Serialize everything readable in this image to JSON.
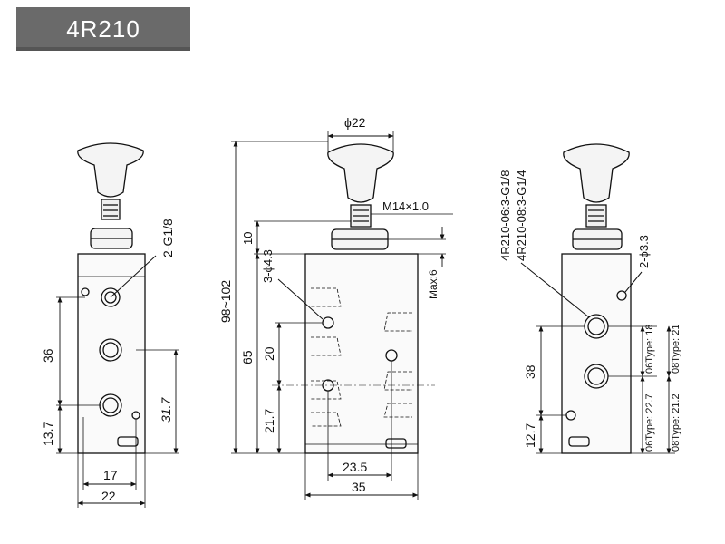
{
  "title": "4R210",
  "front_view": {
    "port_label": "2-G1/8",
    "dim_36": "36",
    "dim_13_7": "13.7",
    "dim_31_7": "31.7",
    "dim_17": "17",
    "dim_22": "22"
  },
  "side_view": {
    "dim_phi22": "ϕ22",
    "dim_m14": "M14×1.0",
    "dim_10": "10",
    "dim_holes": "3-ϕ4.3",
    "dim_98_102": "98~102",
    "dim_65": "65",
    "dim_20": "20",
    "dim_21_7": "21.7",
    "dim_max6": "Max:6",
    "dim_23_5": "23.5",
    "dim_35": "35"
  },
  "rear_view": {
    "port_06": "4R210-06:3-G1/8",
    "port_08": "4R210-08:3-G1/4",
    "dim_holes": "2-ϕ3.3",
    "dim_38": "38",
    "dim_12_7": "12.7",
    "type06_a": "06Type: 22.7",
    "type06_b": "06Type: 18",
    "type08_a": "08Type: 21.2",
    "type08_b": "08Type: 21"
  },
  "colors": {
    "banner": "#6a6a6a",
    "banner_text": "#ffffff",
    "line": "#111111"
  }
}
